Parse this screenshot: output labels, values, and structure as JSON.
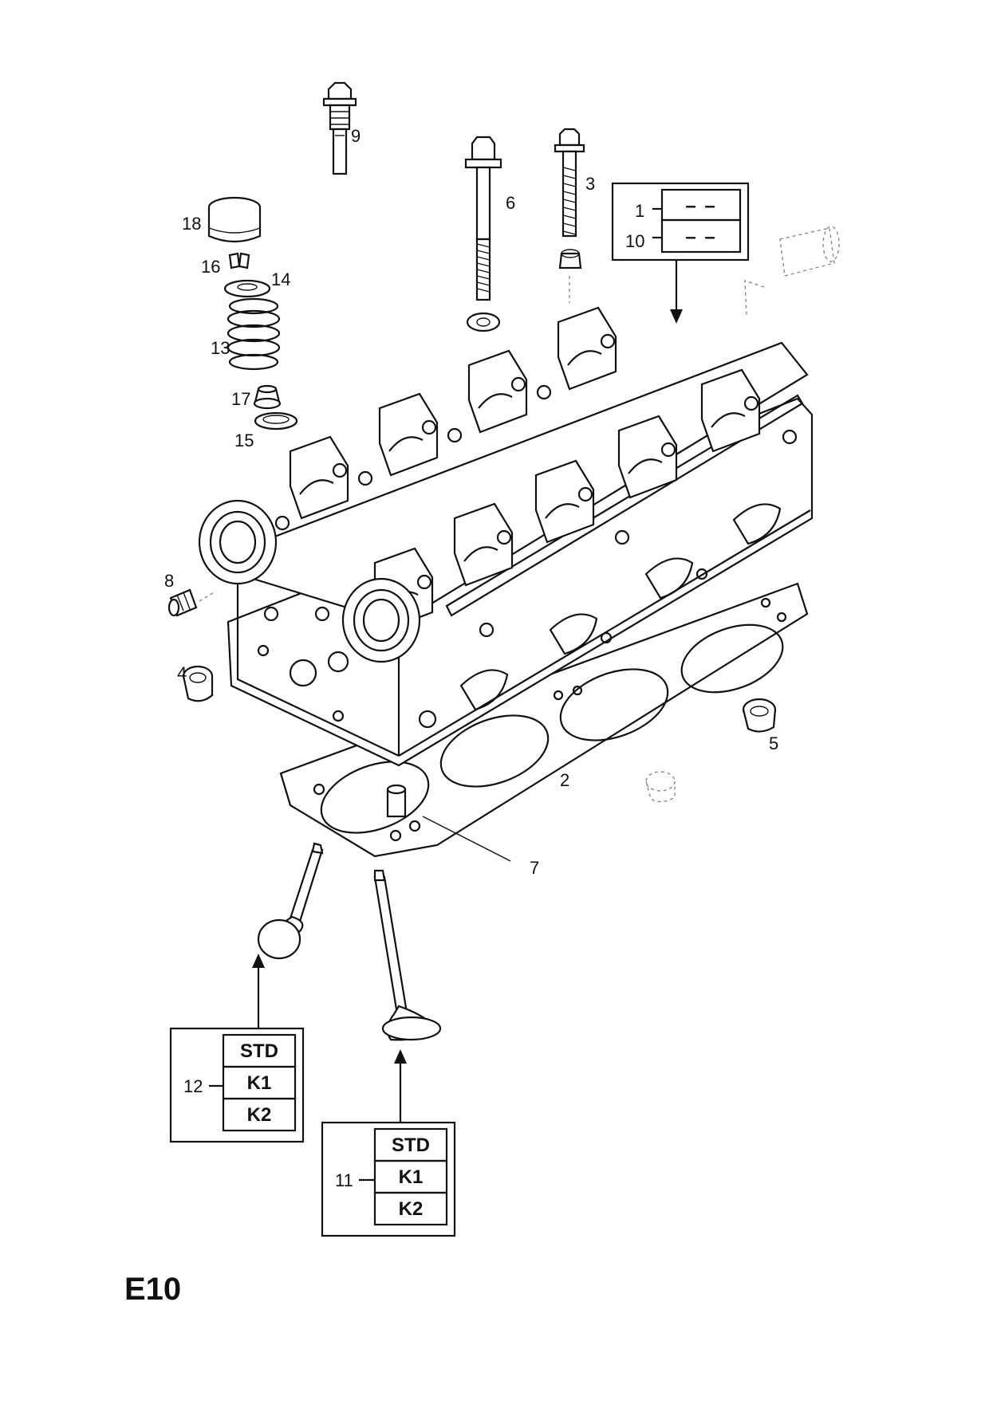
{
  "page_code": "E10",
  "callouts": {
    "c1": "1",
    "c2": "2",
    "c3": "3",
    "c4": "4",
    "c5": "5",
    "c6": "6",
    "c7": "7",
    "c8": "8",
    "c9": "9",
    "c10": "10",
    "c11": "11",
    "c12": "12",
    "c13": "13",
    "c14": "14",
    "c15": "15",
    "c16": "16",
    "c17": "17",
    "c18": "18"
  },
  "variant_box_top": {
    "row1_value": "– –",
    "row2_value": "– –"
  },
  "variant_box_12": {
    "cells": [
      "STD",
      "K1",
      "K2"
    ]
  },
  "variant_box_11": {
    "cells": [
      "STD",
      "K1",
      "K2"
    ]
  }
}
